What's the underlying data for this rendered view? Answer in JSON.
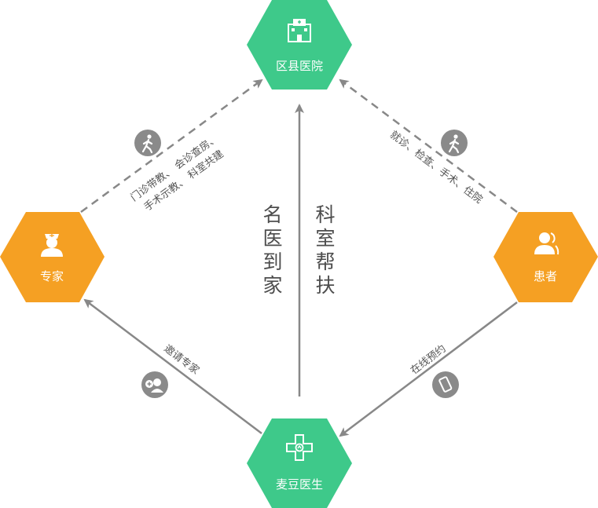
{
  "nodes": {
    "hospital": {
      "label": "区县医院",
      "color": "#3ec98a",
      "icon": "hospital-icon"
    },
    "expert": {
      "label": "专家",
      "color": "#f5a023",
      "icon": "doctor-icon"
    },
    "patient": {
      "label": "患者",
      "color": "#f5a023",
      "icon": "patient-icon"
    },
    "maidou": {
      "label": "麦豆医生",
      "color": "#3ec98a",
      "icon": "medical-cross-icon"
    }
  },
  "edges": {
    "expert_hospital": {
      "lines": [
        "门诊带教、  会诊查房、",
        "手术示教、  科室共建"
      ],
      "icon": "walking-person-icon"
    },
    "patient_hospital": {
      "text": "就诊、检查、手术、住院",
      "icon": "walking-person-icon"
    },
    "maidou_expert": {
      "text": "邀请专家",
      "icon": "add-user-icon"
    },
    "patient_maidou": {
      "text": "在线预约",
      "icon": "mobile-phone-icon"
    }
  },
  "center": {
    "left_chars": [
      "名",
      "医",
      "到",
      "家"
    ],
    "right_chars": [
      "科",
      "室",
      "帮",
      "扶"
    ]
  },
  "colors": {
    "line": "#888888",
    "icon_bg": "#8a8a8a"
  }
}
